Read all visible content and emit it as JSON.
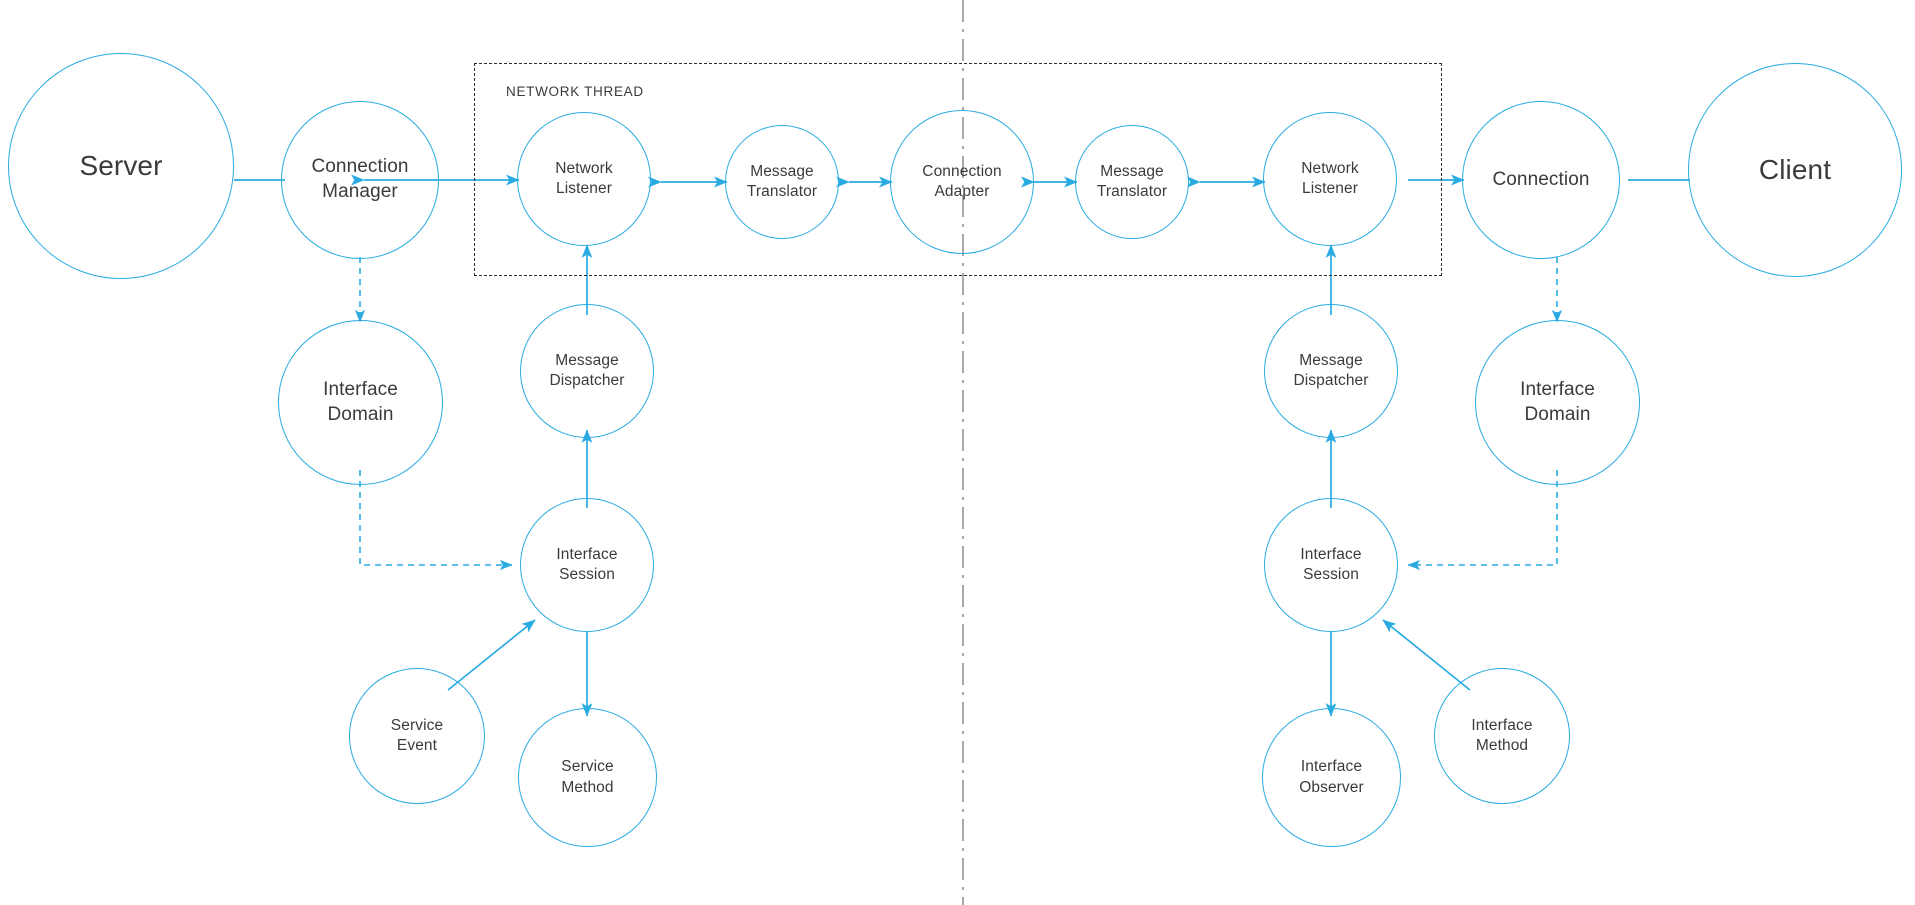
{
  "diagram": {
    "title": "Client-Server Connection Architecture",
    "background_color": "#ffffff",
    "accent_color": "#29ABE2",
    "text_color": "#3b3b3b",
    "divider_color": "#9a9a9a",
    "thread_border_color": "#2b2b2b"
  },
  "thread_box": {
    "label": "NETWORK THREAD"
  },
  "nodes": {
    "server": "Server",
    "connection_manager": "Connection\nManager",
    "network_listener_left": "Network\nListener",
    "message_translator_left": "Message\nTranslator",
    "connection_adapter": "Connection\nAdapter",
    "message_translator_right": "Message\nTranslator",
    "network_listener_right": "Network\nListener",
    "connection": "Connection",
    "client": "Client",
    "interface_domain_left": "Interface\nDomain",
    "message_dispatcher_left": "Message\nDispatcher",
    "interface_session_left": "Interface\nSession",
    "service_event": "Service\nEvent",
    "service_method": "Service\nMethod",
    "interface_domain_right": "Interface\nDomain",
    "message_dispatcher_right": "Message\nDispatcher",
    "interface_session_right": "Interface\nSession",
    "interface_observer": "Interface\nObserver",
    "interface_method": "Interface\nMethod"
  },
  "connectors": [
    {
      "name": "server-to-connection-manager",
      "style": "solid",
      "arrows": "none"
    },
    {
      "name": "connection-manager-to-network-listener-left",
      "style": "solid",
      "arrows": "both"
    },
    {
      "name": "network-listener-left-to-message-translator-left",
      "style": "solid",
      "arrows": "both"
    },
    {
      "name": "message-translator-left-to-connection-adapter",
      "style": "solid",
      "arrows": "both"
    },
    {
      "name": "connection-adapter-to-message-translator-right",
      "style": "solid",
      "arrows": "both"
    },
    {
      "name": "message-translator-right-to-network-listener-right",
      "style": "solid",
      "arrows": "both"
    },
    {
      "name": "network-listener-right-to-connection",
      "style": "solid",
      "arrows": "end"
    },
    {
      "name": "connection-to-client",
      "style": "solid",
      "arrows": "none"
    },
    {
      "name": "connection-manager-to-interface-domain-left",
      "style": "dashed",
      "arrows": "end"
    },
    {
      "name": "interface-domain-left-to-interface-session-left",
      "style": "dashed",
      "arrows": "end"
    },
    {
      "name": "message-dispatcher-left-to-network-listener-left",
      "style": "solid",
      "arrows": "end"
    },
    {
      "name": "interface-session-left-to-message-dispatcher-left",
      "style": "solid",
      "arrows": "end"
    },
    {
      "name": "service-event-to-interface-session-left",
      "style": "solid",
      "arrows": "end"
    },
    {
      "name": "interface-session-left-to-service-method",
      "style": "solid",
      "arrows": "end"
    },
    {
      "name": "connection-to-interface-domain-right",
      "style": "dashed",
      "arrows": "end"
    },
    {
      "name": "interface-domain-right-to-interface-session-right",
      "style": "dashed",
      "arrows": "end"
    },
    {
      "name": "message-dispatcher-right-to-network-listener-right",
      "style": "solid",
      "arrows": "end"
    },
    {
      "name": "interface-session-right-to-message-dispatcher-right",
      "style": "solid",
      "arrows": "end"
    },
    {
      "name": "interface-method-to-interface-session-right",
      "style": "solid",
      "arrows": "end"
    },
    {
      "name": "interface-session-right-to-interface-observer",
      "style": "solid",
      "arrows": "end"
    }
  ]
}
